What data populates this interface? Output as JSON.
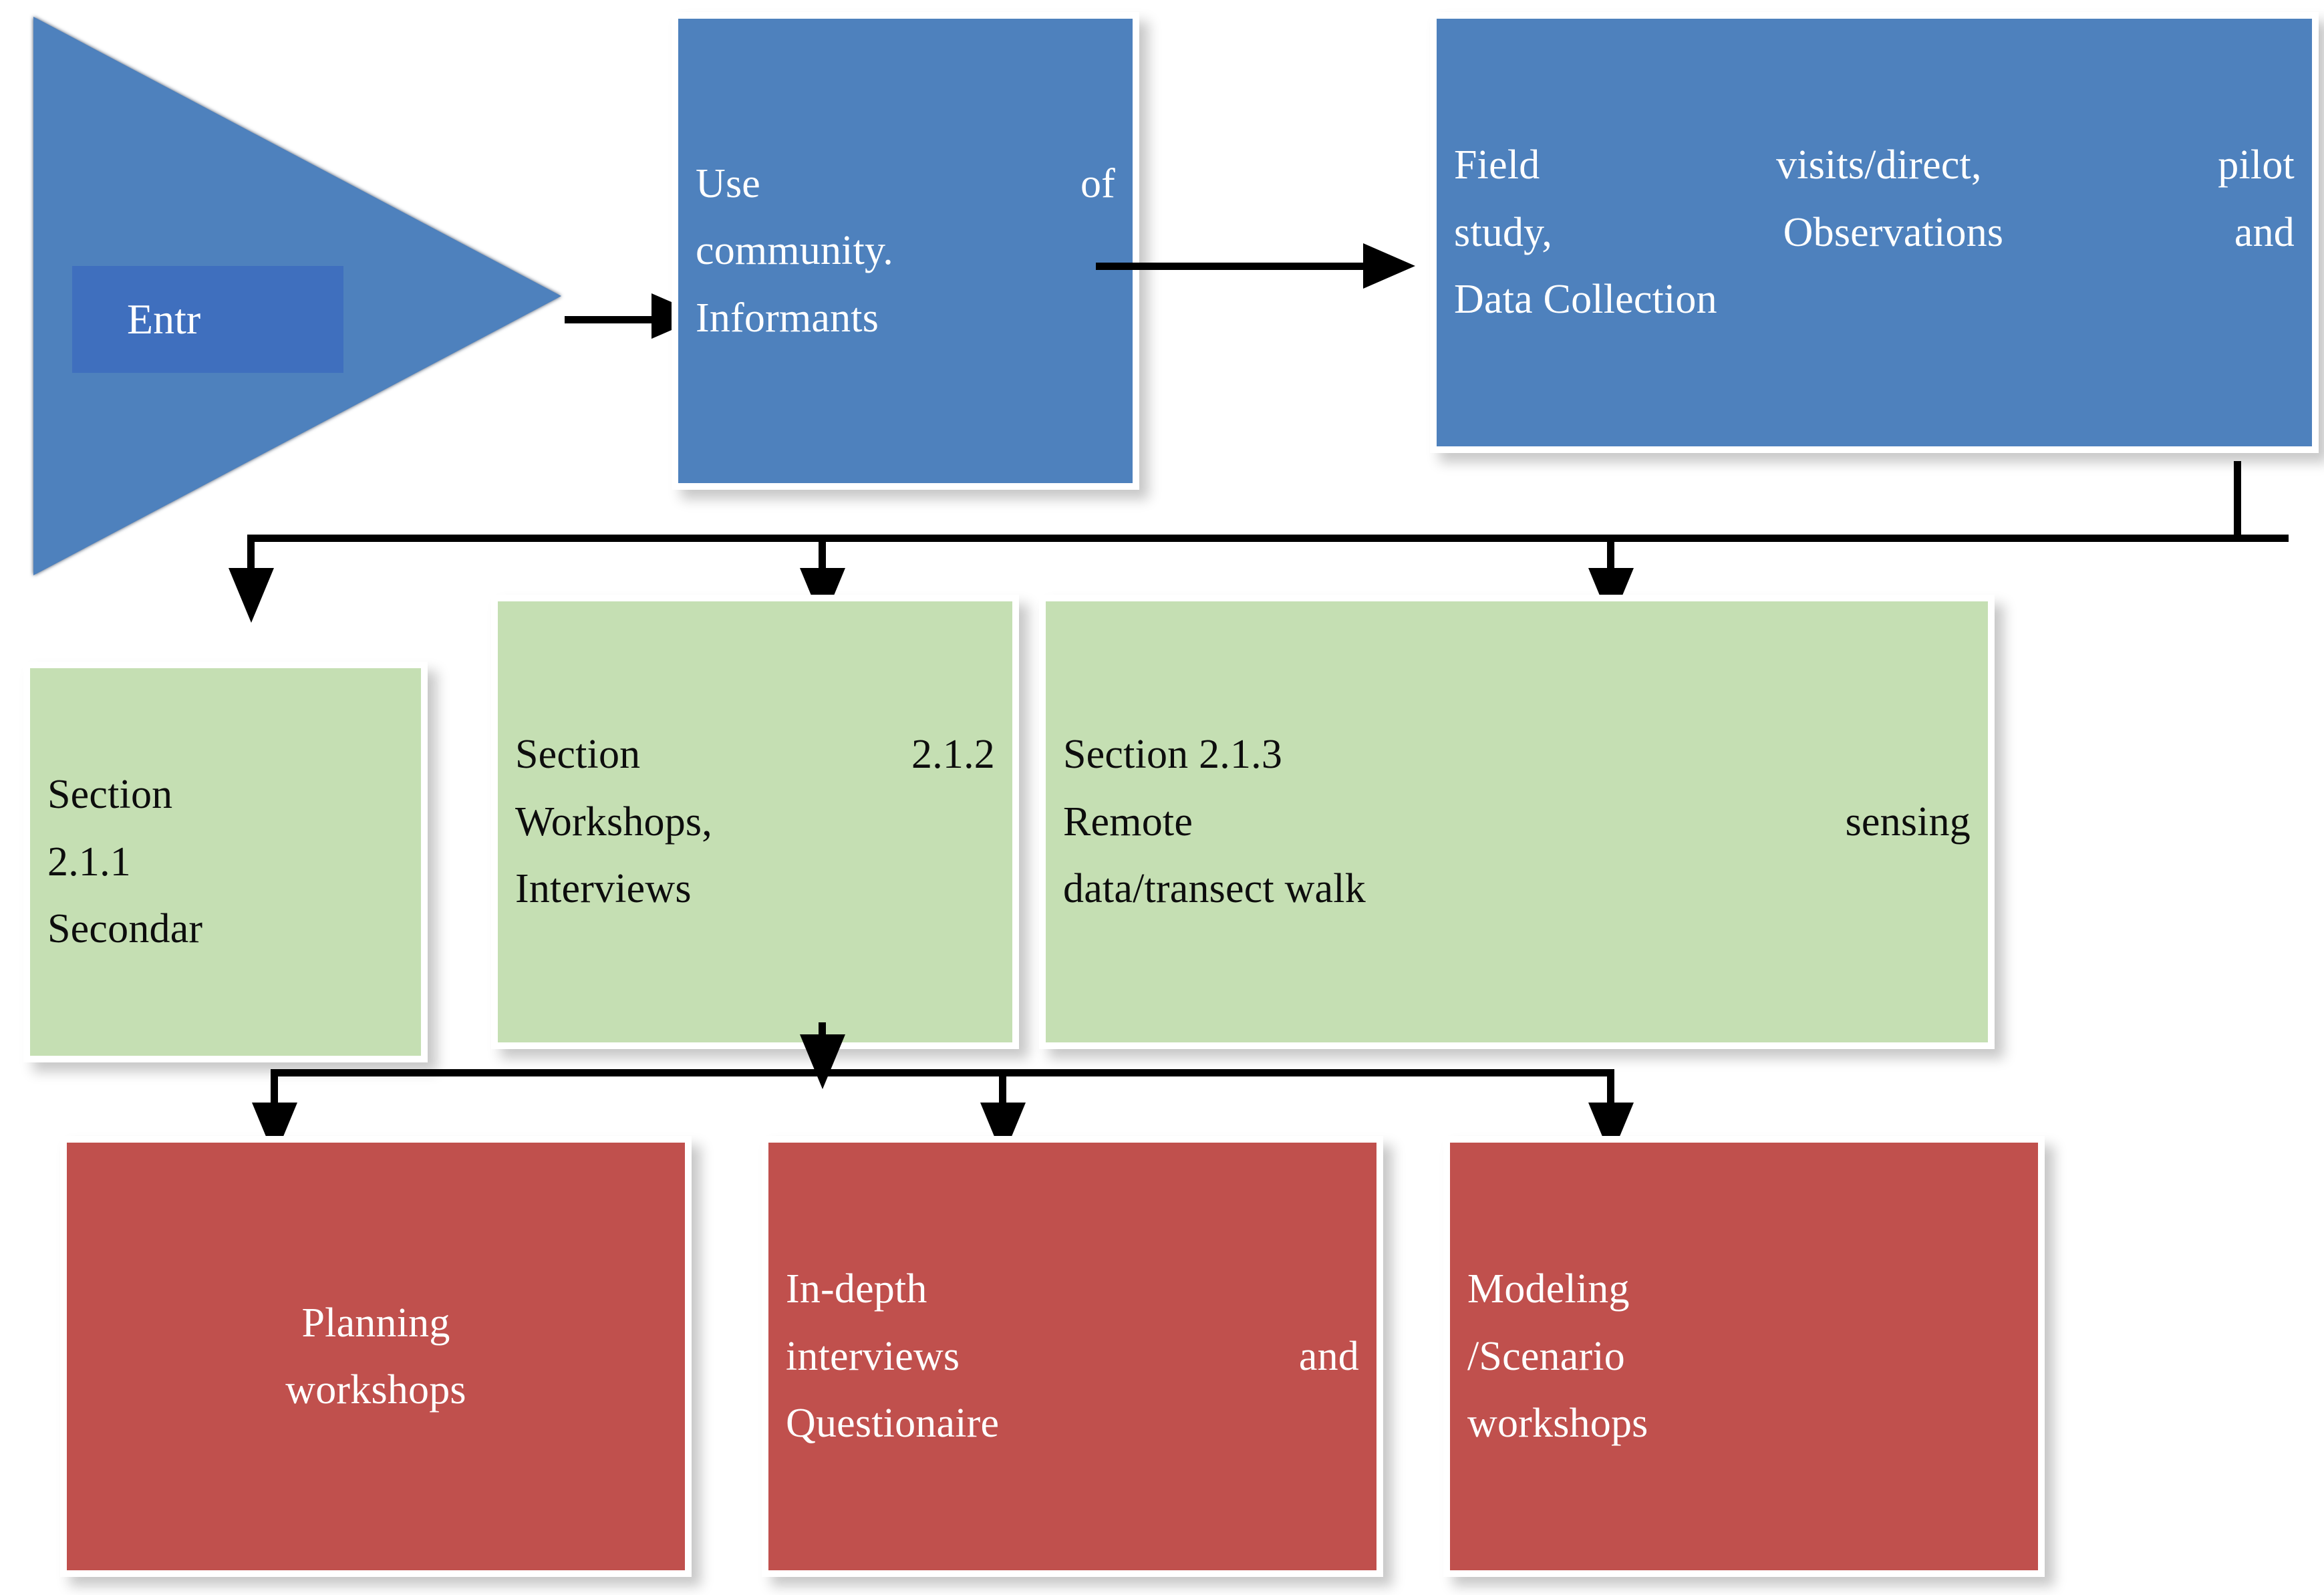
{
  "diagram": {
    "title": "Research methodology flowchart",
    "colors": {
      "blue": "#4e81bd",
      "blue_label": "#3f6fbe",
      "green": "#c5dfb3",
      "red": "#c0504d",
      "connector": "#000000",
      "background": "#ffffff"
    },
    "entry": {
      "label": "Entr",
      "shape": "triangle-right"
    },
    "row_blue": [
      {
        "id": "use-of-community-informants",
        "lines": [
          "Use",
          "of",
          "community.",
          "Informants"
        ],
        "text": "Use of community. Informants"
      },
      {
        "id": "field-visits-data-collection",
        "lines": [
          "Field",
          "visits/direct,",
          "pilot",
          "study,",
          "Observations",
          "and",
          "Data Collection"
        ],
        "text": "Field visits/direct, pilot study, Observations and Data Collection"
      }
    ],
    "row_green": [
      {
        "id": "section-2-1-1",
        "line1": "Section",
        "line2": "2.1.1",
        "line3": "Secondar",
        "text": "Section 2.1.1 Secondar"
      },
      {
        "id": "section-2-1-2",
        "line1a": "Section",
        "line1b": "2.1.2",
        "line2": "Workshops,",
        "line3": "Interviews",
        "text": "Section 2.1.2 Workshops, Interviews"
      },
      {
        "id": "section-2-1-3",
        "line1": "Section 2.1.3",
        "line2a": "Remote",
        "line2b": "sensing",
        "line3": "data/transect walk",
        "text": "Section 2.1.3 Remote sensing data/transect walk"
      }
    ],
    "row_red": [
      {
        "id": "planning-workshops",
        "line1": "Planning",
        "line2": "workshops",
        "text": "Planning workshops"
      },
      {
        "id": "in-depth-interviews-questionaire",
        "line1": "In-depth",
        "line2a": "interviews",
        "line2b": "and",
        "line3": "Questionaire",
        "text": "In-depth interviews and Questionaire"
      },
      {
        "id": "modeling-scenario-workshops",
        "line1": "Modeling",
        "line2": "/Scenario",
        "line3": "workshops",
        "text": "Modeling /Scenario workshops"
      }
    ]
  }
}
